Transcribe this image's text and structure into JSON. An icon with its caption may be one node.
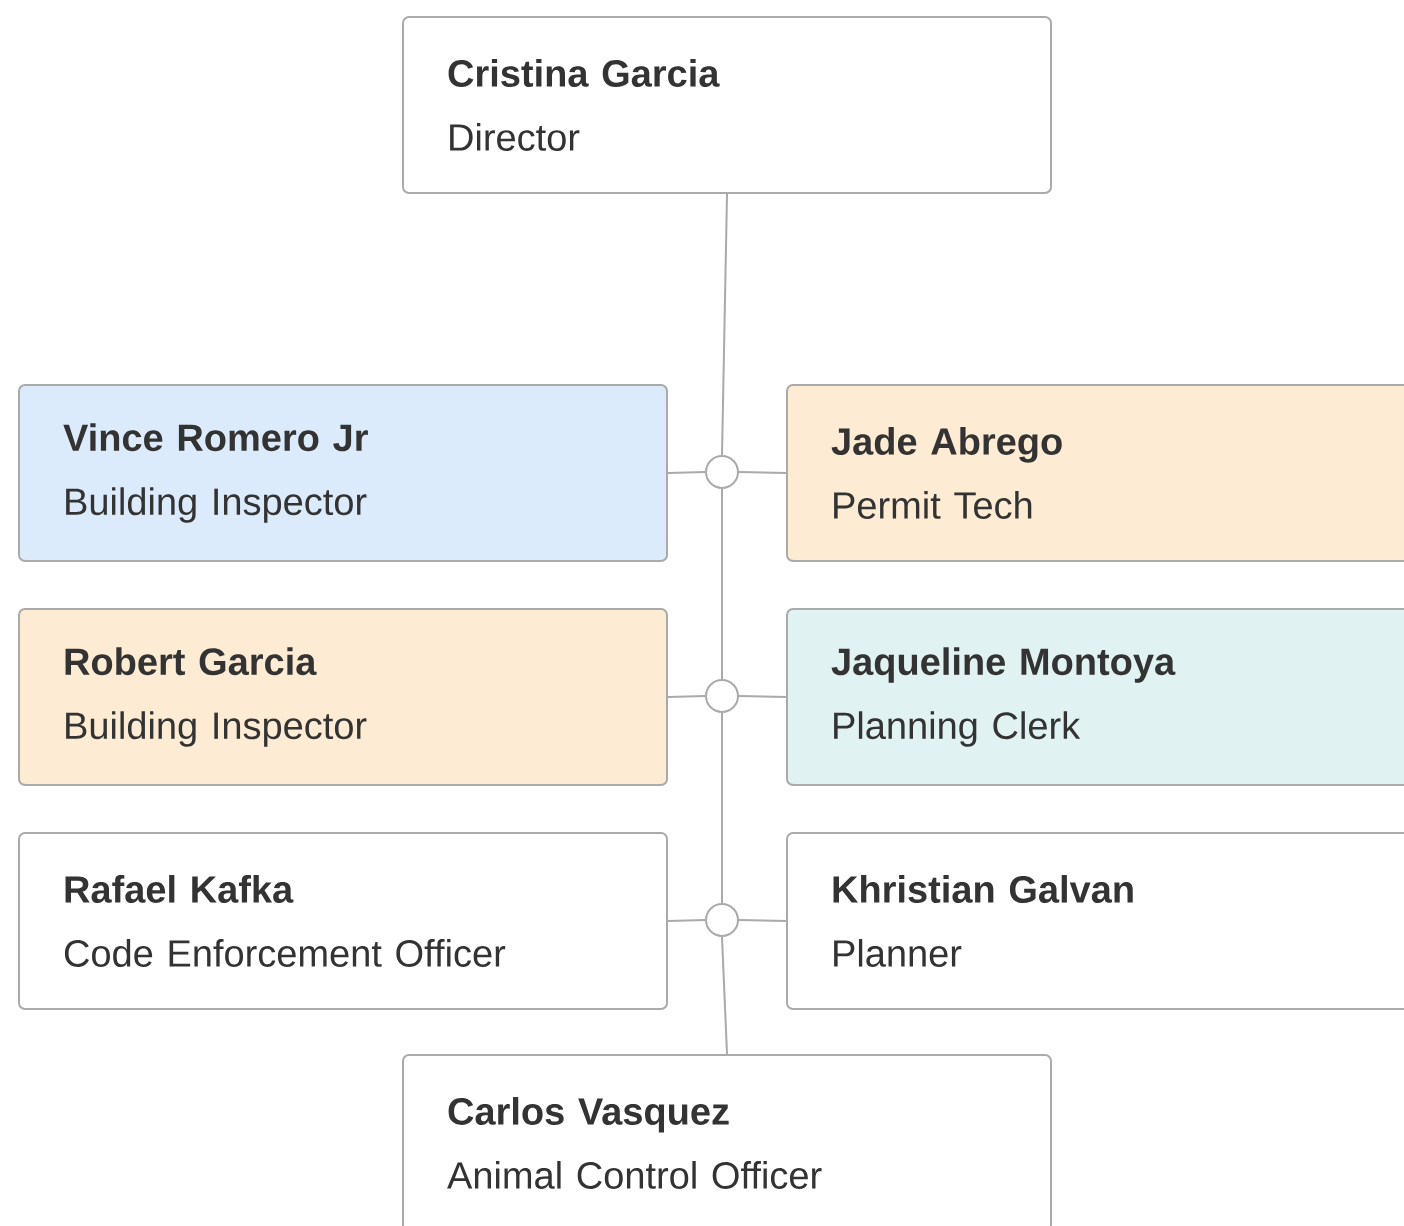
{
  "diagram": {
    "nodes": [
      {
        "text": [
          "Cristina Garcia",
          "Director"
        ]
      },
      {
        "text": [
          "Vince Romero Jr",
          "Building Inspector"
        ]
      },
      {
        "text": [],
        "shape": "circle"
      },
      {
        "text": [
          "Jade Abrego",
          "Permit Tech"
        ]
      },
      {
        "text": [
          "Robert Garcia",
          "Building Inspector"
        ]
      },
      {
        "text": [],
        "shape": "circle"
      },
      {
        "text": [
          "Jaqueline Montoya",
          "Planning Clerk"
        ]
      },
      {
        "text": [
          "Rafael Kafka",
          "Code Enforcement Officer"
        ]
      },
      {
        "text": [],
        "shape": "circle"
      },
      {
        "text": [
          "Khristian Galvan",
          "Planner"
        ]
      },
      {
        "text": [
          "Carlos Vasquez",
          "Animal Control Officer"
        ]
      }
    ],
    "edges": [
      {
        "from": 0,
        "to": 2,
        "arrow": "none"
      },
      {
        "from": 2,
        "to": 1,
        "arrow": "none"
      },
      {
        "from": 2,
        "to": 3,
        "arrow": "none"
      },
      {
        "from": 2,
        "to": 5,
        "arrow": "none"
      },
      {
        "from": 5,
        "to": 4,
        "arrow": "none"
      },
      {
        "from": 5,
        "to": 6,
        "arrow": "none"
      },
      {
        "from": 5,
        "to": 8,
        "arrow": "none"
      },
      {
        "from": 8,
        "to": 7,
        "arrow": "none"
      },
      {
        "from": 8,
        "to": 9,
        "arrow": "none"
      },
      {
        "from": 8,
        "to": 10,
        "arrow": "none"
      }
    ]
  }
}
